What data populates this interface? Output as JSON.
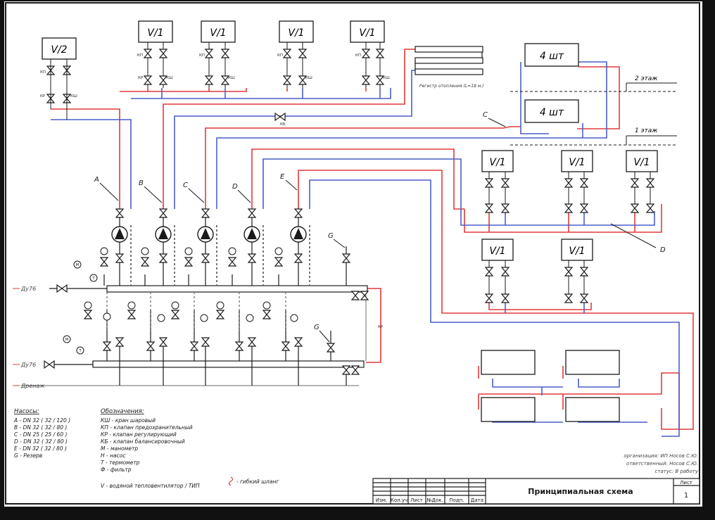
{
  "vent_units": {
    "v2": "V/2",
    "v1": "V/1"
  },
  "valve_codes": {
    "kp": "КП",
    "kr": "КР",
    "ksh": "КШ",
    "kb": "КБ",
    "h": "Н"
  },
  "radiator_note": "Регистр отопления (L=18 м.)",
  "fancoil_count": "4 шт",
  "floors": {
    "floor2": "2 этаж",
    "floor1": "1 этаж"
  },
  "pumps": [
    "A",
    "B",
    "C",
    "D",
    "E"
  ],
  "reserve_label": "G",
  "branch_labels": {
    "c": "C",
    "d": "D"
  },
  "inputs": {
    "dn_upper": "Ду76",
    "dn_lower": "Ду76",
    "drain": "Дренаж"
  },
  "gauges": {
    "manometer": "М",
    "thermometer": "Т"
  },
  "legend_pumps": {
    "title": "Насосы:",
    "items": [
      "А - DN 32 ( 32 / 120 )",
      "B - DN 32 ( 32 / 80 )",
      "C - DN 25 ( 25 / 60 )",
      "D - DN 32 ( 32 / 80 )",
      "E - DN 32 ( 32 / 80 )",
      "G - Резерв"
    ]
  },
  "legend_symbols": {
    "title": "Обозначения:",
    "items": [
      "КШ - кран шаровый",
      "КП - клапан предохранительный",
      "КР - клапан регулирующий",
      "КБ - клапан балансировочный",
      "М - манометр",
      "Н - насос",
      "Т - термометр",
      "Ф - фильтр"
    ],
    "vent_note": "V - водяной тепловентилятор / ТИП",
    "hose_note": "- гибкий шланг"
  },
  "org_info": [
    "организация: ИП Носов С.Ю.",
    "ответственный: Носов С.Ю.",
    "статус: В работу"
  ],
  "title_block": {
    "title": "Принципиальная схема",
    "sheet_label": "Лист",
    "sheet_number": "1",
    "columns": [
      "Изм.",
      "Кол.уч",
      "Лист",
      "№Док.",
      "Подп.",
      "Дата"
    ]
  },
  "colors": {
    "supply": "#e23a3a",
    "return": "#4a5fc9",
    "line": "#1a1a1a",
    "paper": "#ffffff",
    "dim": "#888888"
  }
}
